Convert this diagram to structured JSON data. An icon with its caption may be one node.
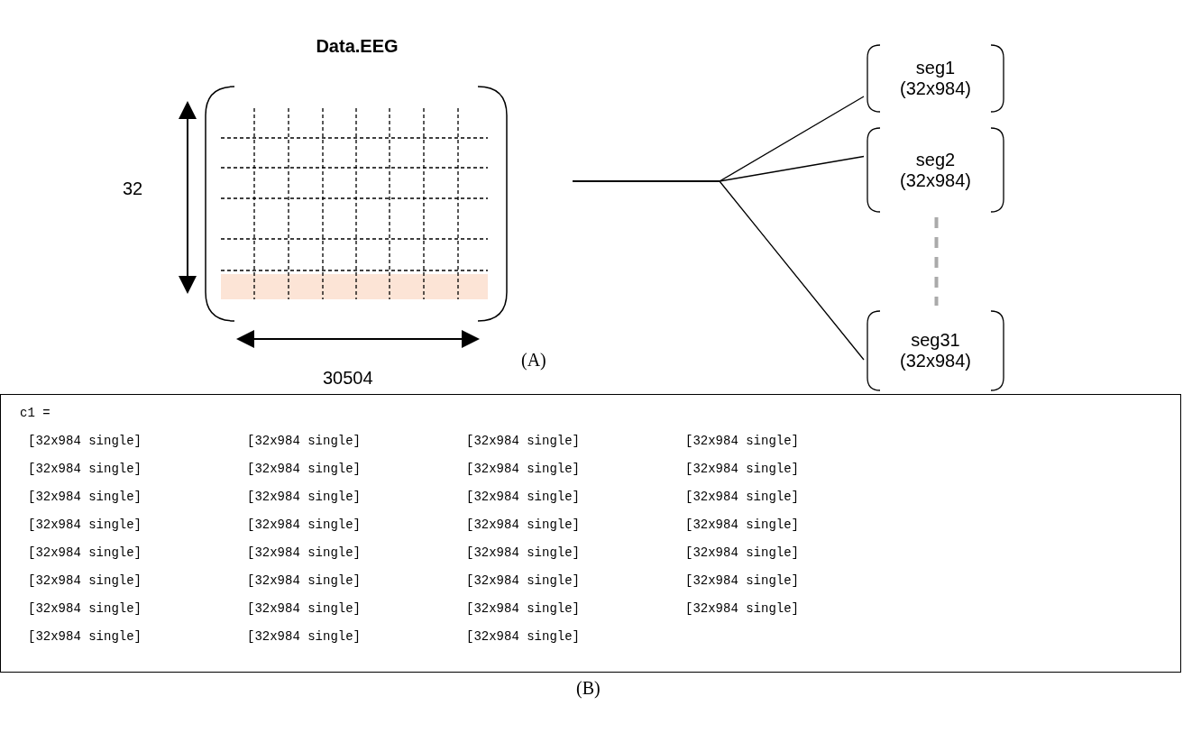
{
  "diagram": {
    "nodes": [
      {
        "text": [
          "Data.EEG"
        ]
      },
      {
        "text": [
          "seg1 (32x984)"
        ]
      },
      {
        "text": [
          "seg2 (32x984)"
        ]
      },
      {
        "text": [
          "seg31 (32x984)"
        ]
      },
      {
        "text": [
          "c1 =",
          "[32x984 single]",
          "[32x984 single]",
          "[32x984 single]",
          "[32x984 single]",
          "[32x984 single]",
          "[32x984 single]",
          "[32x984 single]",
          "[32x984 single]",
          "[32x984 single]",
          "[32x984 single]",
          "[32x984 single]",
          "[32x984 single]",
          "[32x984 single]",
          "[32x984 single]",
          "[32x984 single]",
          "[32x984 single]",
          "[32x984 single]",
          "[32x984 single]",
          "[32x984 single]",
          "[32x984 single]",
          "[32x984 single]",
          "[32x984 single]",
          "[32x984 single]",
          "[32x984 single]",
          "[32x984 single]",
          "[32x984 single]",
          "[32x984 single]",
          "[32x984 single]",
          "[32x984 single]",
          "[32x984 single]",
          "[32x984 single]"
        ]
      }
    ],
    "edges": [
      {
        "from": 0,
        "to": 1,
        "arrow": "none"
      },
      {
        "from": 0,
        "to": 2,
        "arrow": "none"
      },
      {
        "from": 0,
        "to": 3,
        "arrow": "none"
      },
      {
        "from": 2,
        "to": 3,
        "arrow": "none",
        "style": "dashed",
        "color": "#aaaaaa"
      }
    ],
    "labels": [
      "32",
      "30504",
      "(A)",
      "(B)"
    ]
  }
}
